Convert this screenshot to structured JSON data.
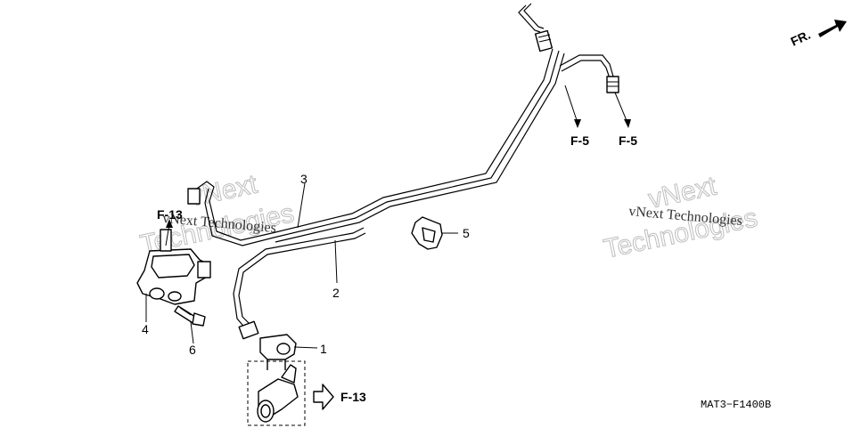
{
  "diagram": {
    "callouts": [
      "1",
      "2",
      "3",
      "4",
      "5",
      "6"
    ],
    "section_refs": {
      "f13_left": "F-13",
      "f13_bottom": "F-13",
      "f5_left": "F-5",
      "f5_right": "F-5"
    },
    "direction_label": "FR.",
    "drawing_code": "MAT3−F1400B",
    "watermarks": {
      "a_line1": "vNext",
      "a_line2": "Technologies",
      "a_line3": "vNext Technologies",
      "b_line1": "vNext",
      "b_line2": "Technologies",
      "b_line3": "vNext Technologies"
    }
  }
}
